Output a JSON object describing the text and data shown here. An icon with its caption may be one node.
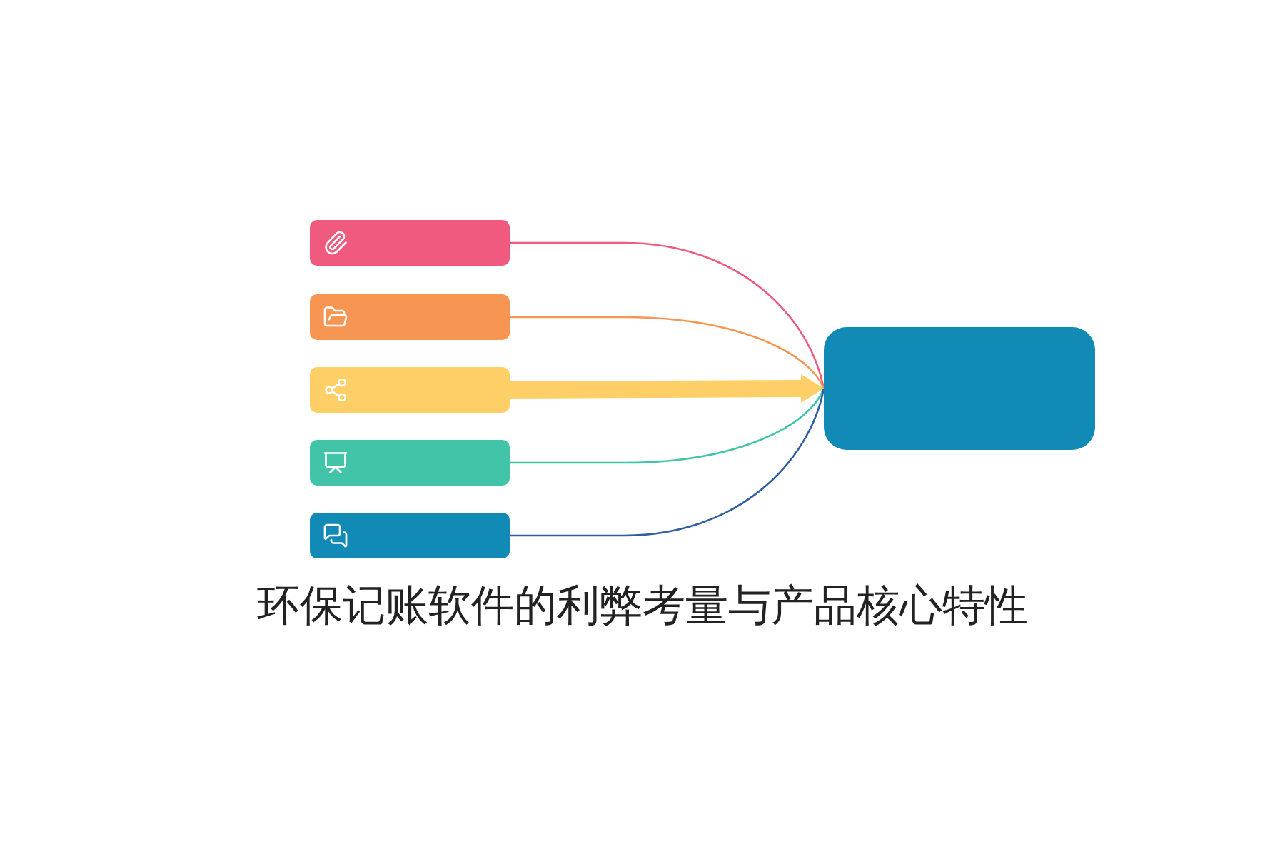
{
  "diagram": {
    "title": "环保记账软件的利弊考量与产品核心特性",
    "nodes": [
      {
        "text": [],
        "shape": "bar"
      },
      {
        "text": [],
        "shape": "bar"
      },
      {
        "text": [],
        "shape": "bar"
      },
      {
        "text": [],
        "shape": "bar"
      },
      {
        "text": [],
        "shape": "bar"
      },
      {
        "text": [],
        "shape": "box"
      }
    ],
    "edges": [
      {
        "from": 0,
        "to": 5,
        "arrow": "none",
        "color": "#f05a7e"
      },
      {
        "from": 1,
        "to": 5,
        "arrow": "none",
        "color": "#f79552"
      },
      {
        "from": 2,
        "to": 5,
        "arrow": "to",
        "style": "thick",
        "color": "#fecf66"
      },
      {
        "from": 3,
        "to": 5,
        "arrow": "none",
        "color": "#42c4a8"
      },
      {
        "from": 4,
        "to": 5,
        "arrow": "none",
        "color": "#2f5f9e"
      }
    ]
  }
}
